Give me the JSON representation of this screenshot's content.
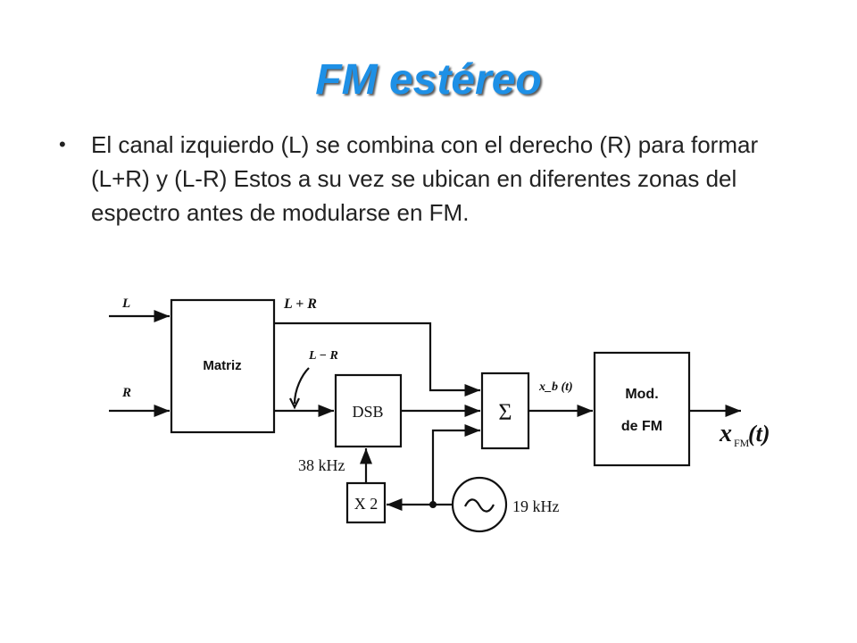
{
  "slide": {
    "title": "FM estéreo",
    "bullet": "El canal izquierdo (L) se combina con el derecho (R) para formar (L+R) y (L-R) Estos  a su vez se ubican en diferentes zonas del espectro antes de modularse en FM.",
    "title_color": "#1e90e6"
  },
  "diagram": {
    "input_left": "L",
    "input_right": "R",
    "sum_label": "L + R",
    "diff_label": "L − R",
    "matrix_label": "Matriz",
    "dsb_label": "DSB",
    "sigma_label": "Σ",
    "baseband_label": "x_b (t)",
    "mod_label_1": "Mod.",
    "mod_label_2": "de FM",
    "output_label_main": "x",
    "output_label_sub": "FM",
    "output_label_arg": "(t)",
    "carrier_label": "38 kHz",
    "doubler_label": "X 2",
    "pilot_label": "19 kHz"
  }
}
